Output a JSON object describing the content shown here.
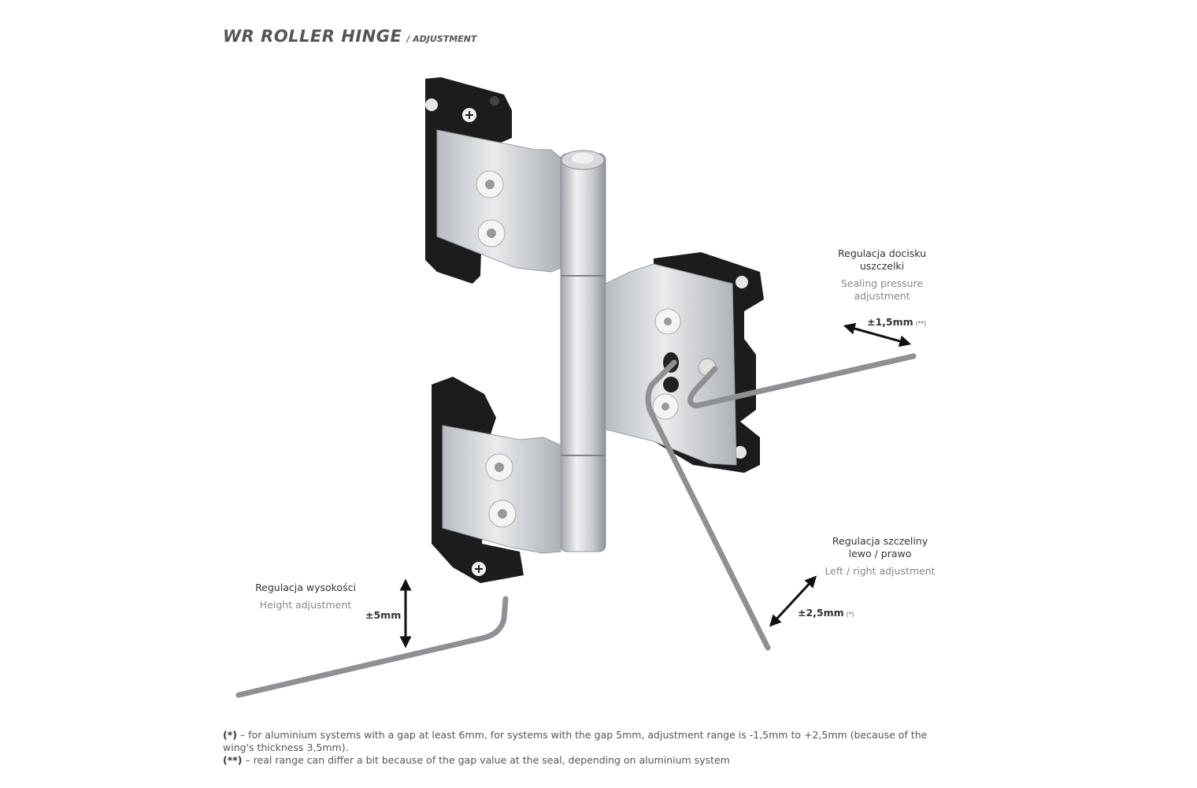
{
  "title": {
    "main": "WR ROLLER HINGE",
    "sub": "/ ADJUSTMENT"
  },
  "callouts": {
    "sealing": {
      "label_pl": "Regulacja docisku uszczelki",
      "label_en": "Sealing pressure adjustment",
      "range": "±1,5mm",
      "note": "(**)"
    },
    "left_right": {
      "label_pl": "Regulacja szczeliny lewo / prawo",
      "label_en": "Left / right adjustment",
      "range": "±2,5mm",
      "note": "(*)"
    },
    "height": {
      "label_pl": "Regulacja wysokości",
      "label_en": "Height adjustment",
      "range": "±5mm"
    }
  },
  "footnotes": [
    {
      "marker": "(*)",
      "text": "– for aluminium systems with a gap at least 6mm, for systems with the gap 5mm, adjustment range is  -1,5mm to +2,5mm (because of the wing's thickness 3,5mm)."
    },
    {
      "marker": "(**)",
      "text": "– real range can differ a bit because of the gap value at the seal, depending on aluminium system"
    }
  ],
  "colors": {
    "black_part": "#1c1c1e",
    "aluminium": "#d4d6d9",
    "aluminium_dark": "#a9adb2",
    "allen_key": "#8e9093",
    "arrow": "#111111"
  }
}
